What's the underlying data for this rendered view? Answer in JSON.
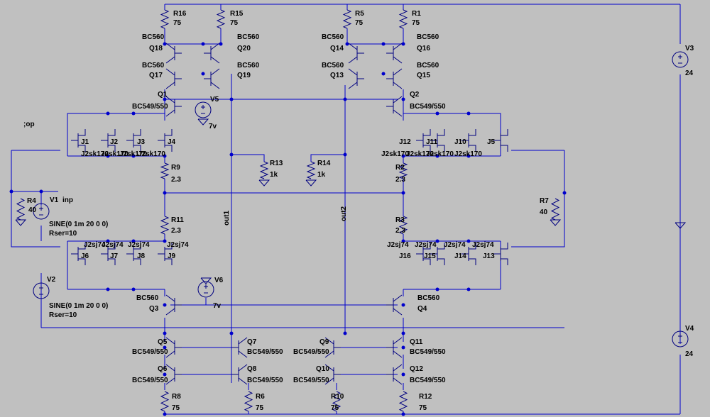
{
  "diagram": {
    "colors": {
      "background": "#c0c0c0",
      "wire": "#0000cc",
      "component": "#000080",
      "text": "#000000"
    },
    "op_directive": ";op",
    "nets": {
      "out1": "out1",
      "out2": "out2",
      "inp": "inp"
    },
    "labels": [
      {
        "id": "R16-ref",
        "text": "R16"
      },
      {
        "id": "R16-val",
        "text": "75"
      },
      {
        "id": "R15-ref",
        "text": "R15"
      },
      {
        "id": "R15-val",
        "text": "75"
      },
      {
        "id": "R5-ref",
        "text": "R5"
      },
      {
        "id": "R5-val",
        "text": "75"
      },
      {
        "id": "R1-ref",
        "text": "R1"
      },
      {
        "id": "R1-val",
        "text": "75"
      },
      {
        "id": "Q18-model",
        "text": "BC560"
      },
      {
        "id": "Q18-ref",
        "text": "Q18"
      },
      {
        "id": "Q20-model",
        "text": "BC560"
      },
      {
        "id": "Q20-ref",
        "text": "Q20"
      },
      {
        "id": "Q17-model",
        "text": "BC560"
      },
      {
        "id": "Q17-ref",
        "text": "Q17"
      },
      {
        "id": "Q19-model",
        "text": "BC560"
      },
      {
        "id": "Q19-ref",
        "text": "Q19"
      },
      {
        "id": "Q14-model",
        "text": "BC560"
      },
      {
        "id": "Q14-ref",
        "text": "Q14"
      },
      {
        "id": "Q16-model",
        "text": "BC560"
      },
      {
        "id": "Q16-ref",
        "text": "Q16"
      },
      {
        "id": "Q13-model",
        "text": "BC560"
      },
      {
        "id": "Q13-ref",
        "text": "Q13"
      },
      {
        "id": "Q15-model",
        "text": "BC560"
      },
      {
        "id": "Q15-ref",
        "text": "Q15"
      },
      {
        "id": "Q1-ref",
        "text": "Q1"
      },
      {
        "id": "Q1-model",
        "text": "BC549/550"
      },
      {
        "id": "Q2-ref",
        "text": "Q2"
      },
      {
        "id": "Q2-model",
        "text": "BC549/550"
      },
      {
        "id": "V5-ref",
        "text": "V5"
      },
      {
        "id": "V5-val",
        "text": "7v"
      },
      {
        "id": "J1-ref",
        "text": "J1"
      },
      {
        "id": "J2-ref",
        "text": "J2"
      },
      {
        "id": "J3-ref",
        "text": "J3"
      },
      {
        "id": "J4-ref",
        "text": "J4"
      },
      {
        "id": "J1-model",
        "text": "J2sk170"
      },
      {
        "id": "J2-model",
        "text": "J2sk170"
      },
      {
        "id": "J3-model",
        "text": "J2sk170"
      },
      {
        "id": "J4-model",
        "text": "J2sk170"
      },
      {
        "id": "J12-ref",
        "text": "J12"
      },
      {
        "id": "J11-ref",
        "text": "J11"
      },
      {
        "id": "J10-ref",
        "text": "J10"
      },
      {
        "id": "J5-ref",
        "text": "J5"
      },
      {
        "id": "J12-model",
        "text": "J2sk170"
      },
      {
        "id": "J11-model",
        "text": "J2sk170"
      },
      {
        "id": "J10-model",
        "text": "J2sk170"
      },
      {
        "id": "J5-model",
        "text": "J2sk170"
      },
      {
        "id": "R13-ref",
        "text": "R13"
      },
      {
        "id": "R13-val",
        "text": "1k"
      },
      {
        "id": "R14-ref",
        "text": "R14"
      },
      {
        "id": "R14-val",
        "text": "1k"
      },
      {
        "id": "R9-ref",
        "text": "R9"
      },
      {
        "id": "R9-val",
        "text": "2.3"
      },
      {
        "id": "R2-ref",
        "text": "R2"
      },
      {
        "id": "R2-val",
        "text": "2.3"
      },
      {
        "id": "R4-ref",
        "text": "R4"
      },
      {
        "id": "R4-val",
        "text": "40"
      },
      {
        "id": "R7-ref",
        "text": "R7"
      },
      {
        "id": "R7-val",
        "text": "40"
      },
      {
        "id": "V1-ref",
        "text": "V1"
      },
      {
        "id": "V1-sine",
        "text": "SINE(0 1m 20 0 0)"
      },
      {
        "id": "V1-rser",
        "text": "Rser=10"
      },
      {
        "id": "R11-ref",
        "text": "R11"
      },
      {
        "id": "R11-val",
        "text": "2.3"
      },
      {
        "id": "R3-ref",
        "text": "R3"
      },
      {
        "id": "R3-val",
        "text": "2.3"
      },
      {
        "id": "J6-model",
        "text": "J2sj74"
      },
      {
        "id": "J7-model",
        "text": "J2sj74"
      },
      {
        "id": "J8-model",
        "text": "J2sj74"
      },
      {
        "id": "J9-model",
        "text": "J2sj74"
      },
      {
        "id": "J6-ref",
        "text": "J6"
      },
      {
        "id": "J7-ref",
        "text": "J7"
      },
      {
        "id": "J8-ref",
        "text": "J8"
      },
      {
        "id": "J9-ref",
        "text": "J9"
      },
      {
        "id": "J16-model",
        "text": "J2sj74"
      },
      {
        "id": "J15-model",
        "text": "J2sj74"
      },
      {
        "id": "J14-model",
        "text": "J2sj74"
      },
      {
        "id": "J13-model",
        "text": "J2sj74"
      },
      {
        "id": "J16-ref",
        "text": "J16"
      },
      {
        "id": "J15-ref",
        "text": "J15"
      },
      {
        "id": "J14-ref",
        "text": "J14"
      },
      {
        "id": "J13-ref",
        "text": "J13"
      },
      {
        "id": "V2-ref",
        "text": "V2"
      },
      {
        "id": "V2-sine",
        "text": "SINE(0 1m 20 0 0)"
      },
      {
        "id": "V2-rser",
        "text": "Rser=10"
      },
      {
        "id": "V6-ref",
        "text": "V6"
      },
      {
        "id": "V6-val",
        "text": "7v"
      },
      {
        "id": "Q3-model",
        "text": "BC560"
      },
      {
        "id": "Q3-ref",
        "text": "Q3"
      },
      {
        "id": "Q4-model",
        "text": "BC560"
      },
      {
        "id": "Q4-ref",
        "text": "Q4"
      },
      {
        "id": "Q5-ref",
        "text": "Q5"
      },
      {
        "id": "Q5-model",
        "text": "BC549/550"
      },
      {
        "id": "Q6-ref",
        "text": "Q6"
      },
      {
        "id": "Q6-model",
        "text": "BC549/550"
      },
      {
        "id": "Q7-ref",
        "text": "Q7"
      },
      {
        "id": "Q7-model",
        "text": "BC549/550"
      },
      {
        "id": "Q8-ref",
        "text": "Q8"
      },
      {
        "id": "Q8-model",
        "text": "BC549/550"
      },
      {
        "id": "Q9-ref",
        "text": "Q9"
      },
      {
        "id": "Q9-model",
        "text": "BC549/550"
      },
      {
        "id": "Q10-ref",
        "text": "Q10"
      },
      {
        "id": "Q10-model",
        "text": "BC549/550"
      },
      {
        "id": "Q11-ref",
        "text": "Q11"
      },
      {
        "id": "Q11-model",
        "text": "BC549/550"
      },
      {
        "id": "Q12-ref",
        "text": "Q12"
      },
      {
        "id": "Q12-model",
        "text": "BC549/550"
      },
      {
        "id": "R8-ref",
        "text": "R8"
      },
      {
        "id": "R8-val",
        "text": "75"
      },
      {
        "id": "R6-ref",
        "text": "R6"
      },
      {
        "id": "R6-val",
        "text": "75"
      },
      {
        "id": "R10-ref",
        "text": "R10"
      },
      {
        "id": "R10-val",
        "text": "75"
      },
      {
        "id": "R12-ref",
        "text": "R12"
      },
      {
        "id": "R12-val",
        "text": "75"
      },
      {
        "id": "V3-ref",
        "text": "V3"
      },
      {
        "id": "V3-val",
        "text": "24"
      },
      {
        "id": "V4-ref",
        "text": "V4"
      },
      {
        "id": "V4-val",
        "text": "24"
      }
    ]
  }
}
